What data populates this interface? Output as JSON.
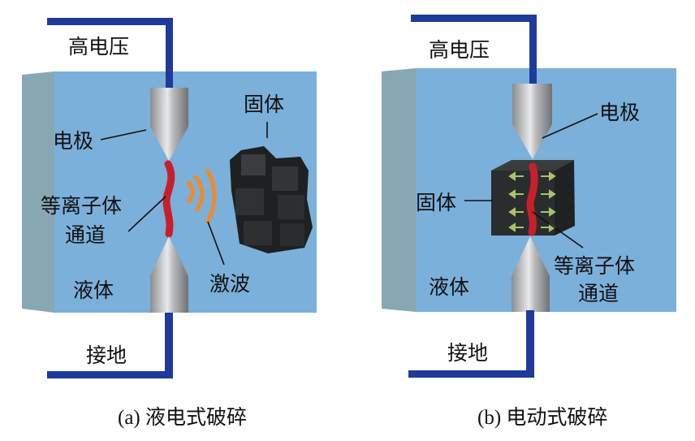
{
  "panel_a": {
    "high_voltage": "高电压",
    "electrode": "电极",
    "plasma_line1": "等离子体",
    "plasma_line2": "通道",
    "liquid": "液体",
    "ground": "接地",
    "solid": "固体",
    "shockwave": "激波",
    "caption": "(a)  液电式破碎"
  },
  "panel_b": {
    "high_voltage": "高电压",
    "electrode": "电极",
    "solid": "固体",
    "plasma_line1": "等离子体",
    "plasma_line2": "通道",
    "liquid": "液体",
    "ground": "接地",
    "caption": "(b)  电动式破碎"
  },
  "colors": {
    "liquid": "#7bb0da",
    "tank_side": "#87a8b2",
    "wire": "#1f3a9c",
    "plasma": "#c8202a",
    "shockwave": "#f08a2a",
    "solid": "#2a2d2e",
    "arrow": "#a6c46a"
  }
}
